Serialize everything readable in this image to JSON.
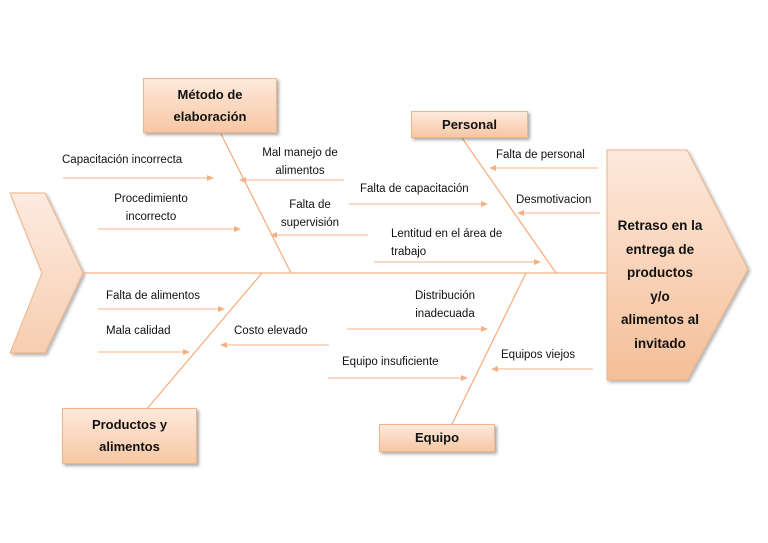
{
  "effect": {
    "text": "Retraso en la\nentrega de\nproductos\ny/o\nalimentos al\ninvitado",
    "color": "#f7c7a4"
  },
  "categories": {
    "metodo": "Método de\nelaboración",
    "personal": "Personal",
    "productos": "Productos y\nalimentos",
    "equipo": "Equipo"
  },
  "causes": {
    "capacitacion_incorrecta": "Capacitación incorrecta",
    "procedimiento_incorrecto": "Procedimiento\nincorrecto",
    "mal_manejo": "Mal manejo de\nalimentos",
    "falta_supervision": "Falta de\nsupervisión",
    "falta_personal": "Falta de personal",
    "falta_capacitacion": "Falta de capacitación",
    "desmotivacion": "Desmotivacion",
    "lentitud": "Lentitud en el área de\ntrabajo",
    "falta_alimentos": "Falta de alimentos",
    "mala_calidad": "Mala calidad",
    "costo_elevado": "Costo elevado",
    "distribucion": "Distribución\ninadecuada",
    "equipo_insuficiente": "Equipo insuficiente",
    "equipos_viejos": "Equipos viejos"
  },
  "line_color": "#f4b184"
}
